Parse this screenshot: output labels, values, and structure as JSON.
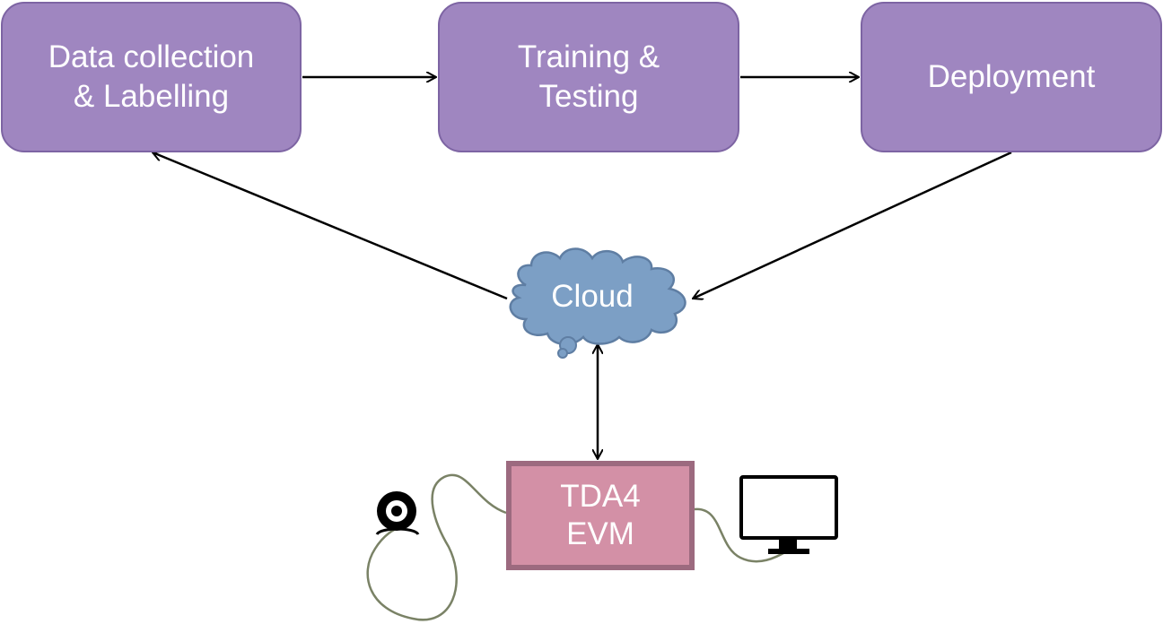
{
  "colors": {
    "stage_fill": "#9f86c0",
    "stage_border": "#7d64a3",
    "cloud_fill": "#7c9fc5",
    "cloud_border": "#5f7ea3",
    "device_fill": "#d390a6",
    "device_border": "#9c6a7f",
    "cable": "#7a8266",
    "arrow": "#000000"
  },
  "stages": {
    "data_collection": "Data collection\n& Labelling",
    "training": "Training &\nTesting",
    "deployment": "Deployment"
  },
  "cloud": {
    "label": "Cloud",
    "icon": "cloud-icon"
  },
  "device": {
    "label": "TDA4\nEVM"
  },
  "peripherals": {
    "camera_icon": "webcam-icon",
    "monitor_icon": "monitor-icon"
  }
}
